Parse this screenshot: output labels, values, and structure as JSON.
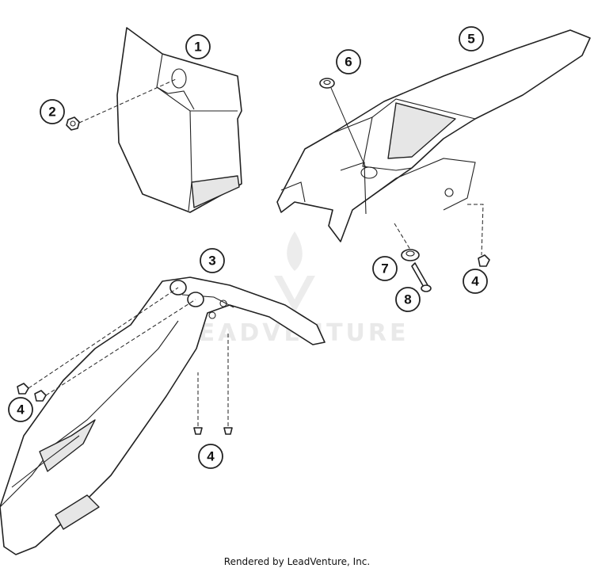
{
  "callouts": {
    "c1": "1",
    "c2": "2",
    "c3": "3",
    "c4a": "4",
    "c4b": "4",
    "c4c": "4",
    "c5": "5",
    "c6": "6",
    "c7": "7",
    "c8": "8"
  },
  "watermark": {
    "brand": "LEADVENTURE",
    "icon": "flame-v-logo-icon"
  },
  "footer": {
    "credit": "Rendered by LeadVenture, Inc."
  },
  "colors": {
    "line": "#222222",
    "watermark": "#e9e9e9"
  }
}
